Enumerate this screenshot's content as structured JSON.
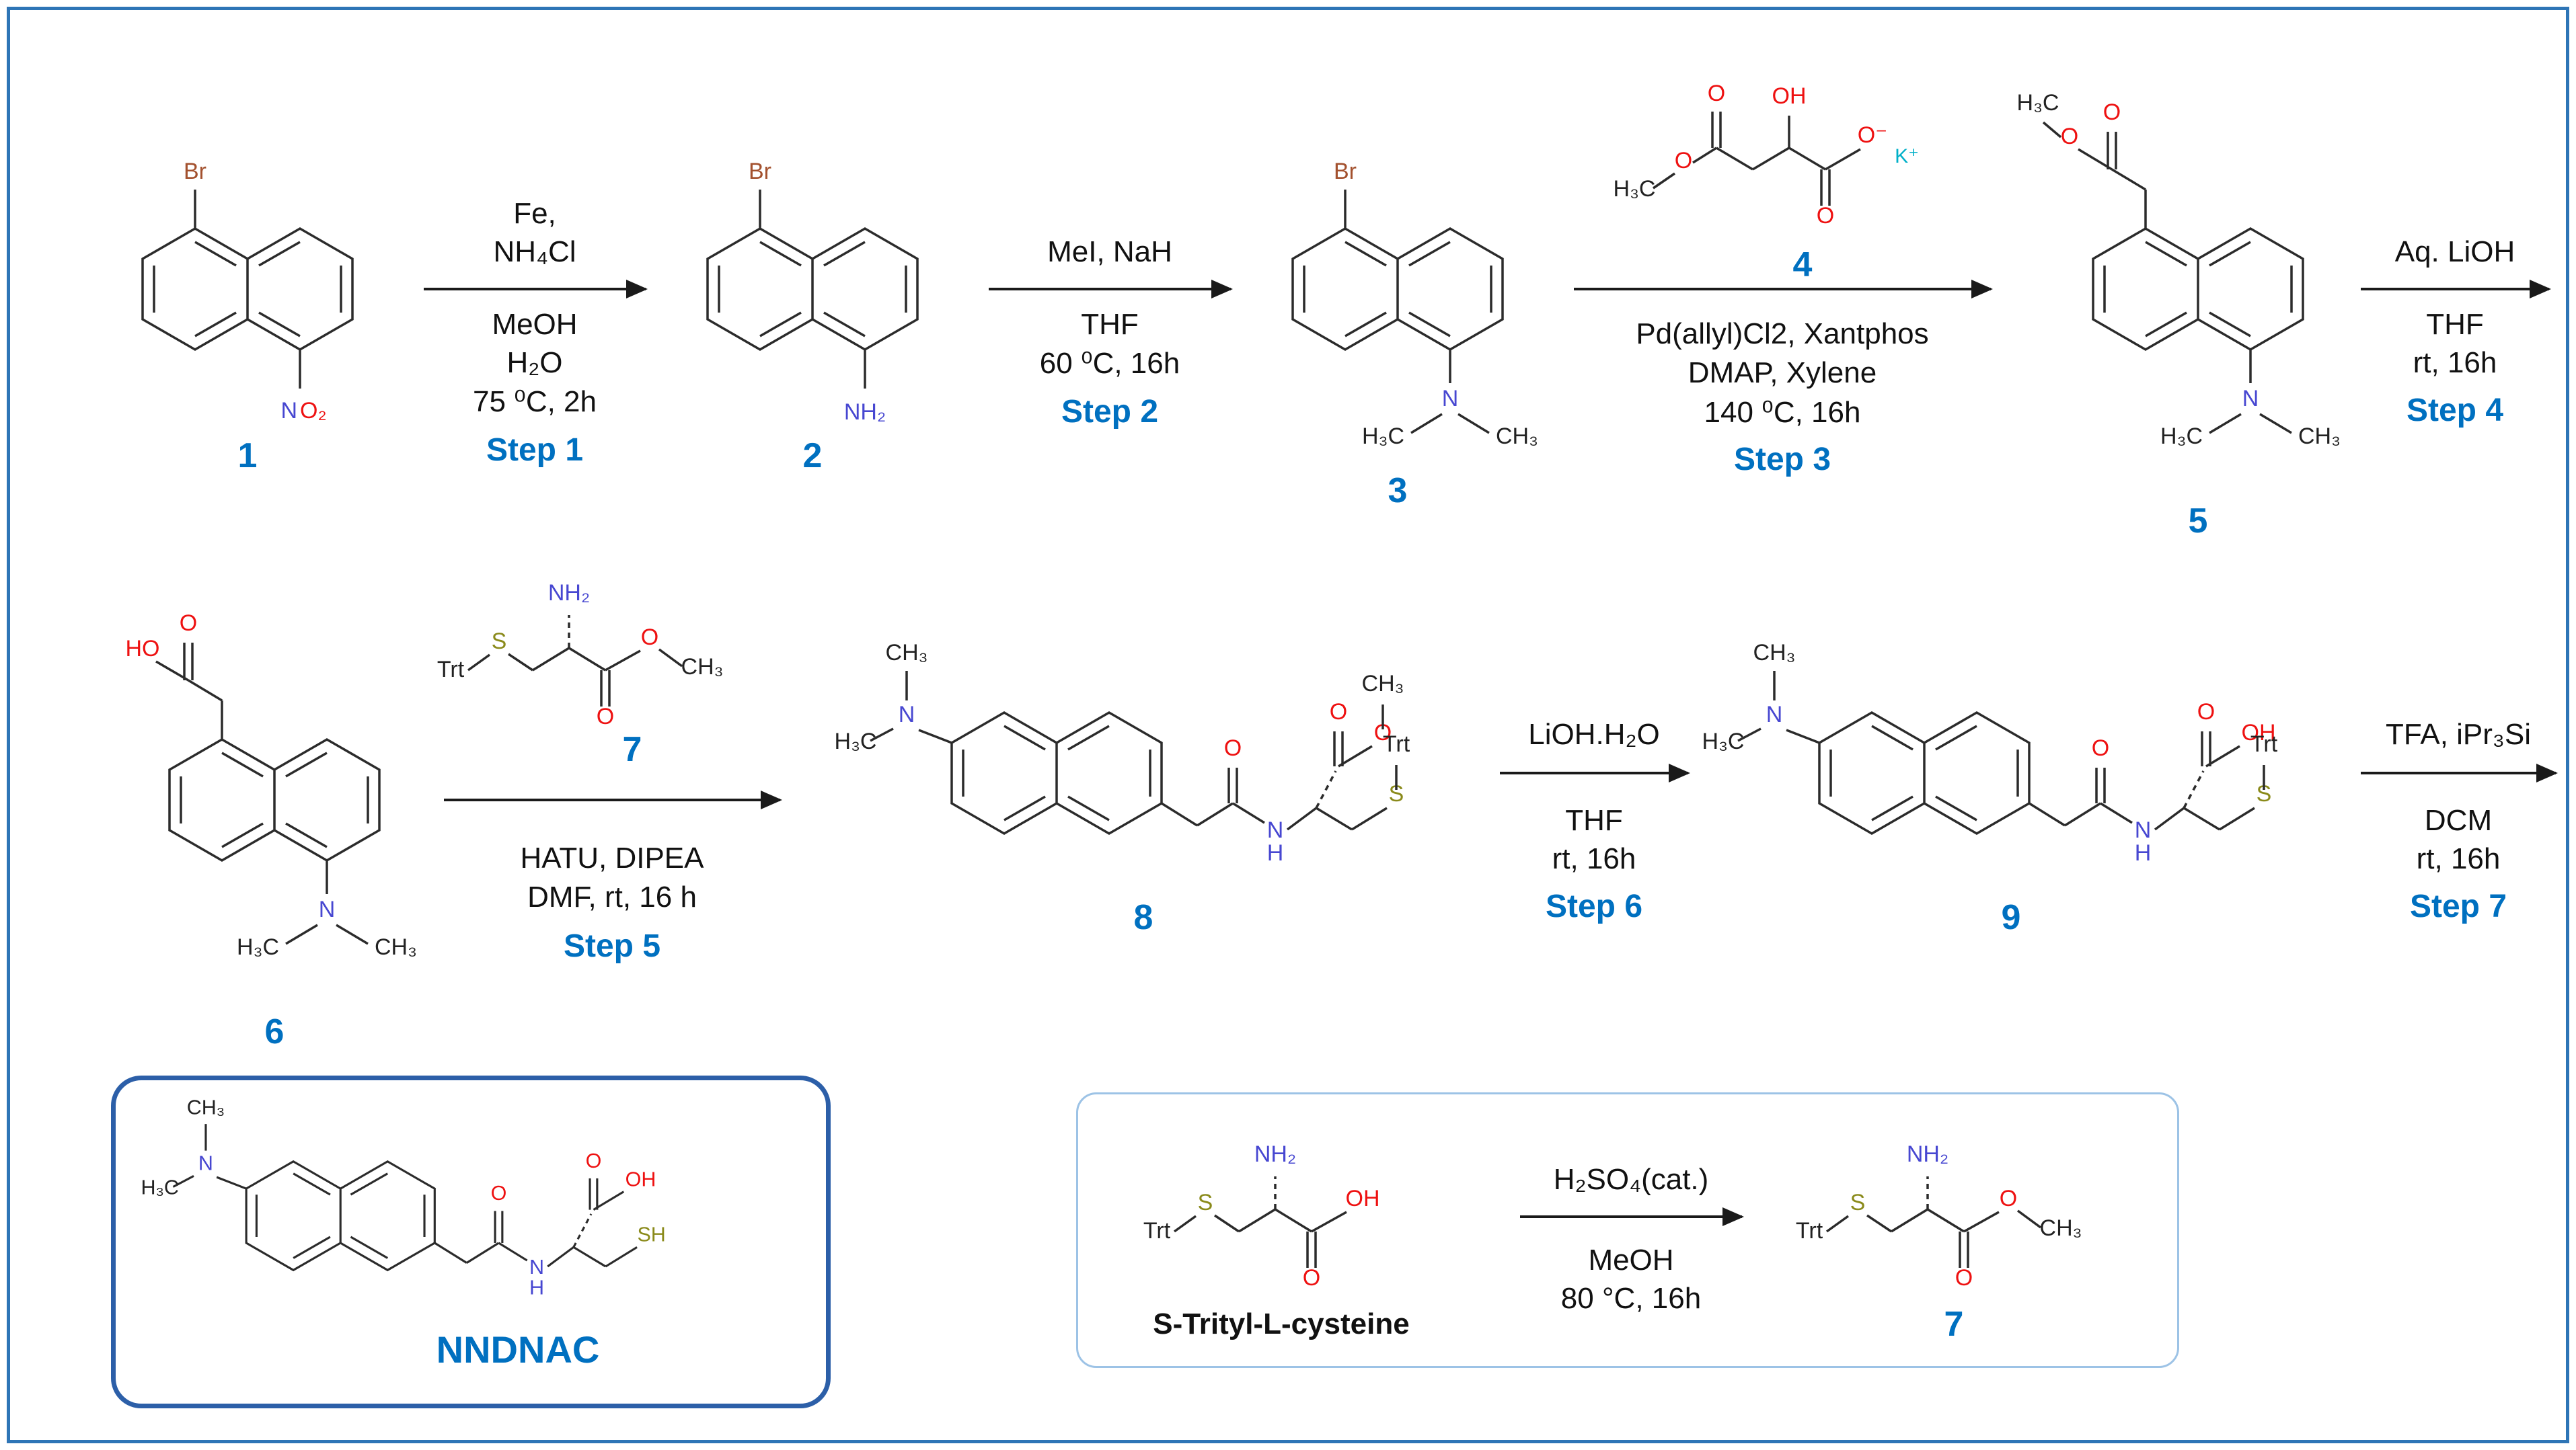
{
  "colors": {
    "frame": "#2e75b6",
    "product_box": "#2c5fa8",
    "ester_box": "#9dc3e6",
    "step_blue": "#0070c0",
    "oxygen": "#ee1111",
    "nitrogen": "#4747d1",
    "bromine": "#a3512e",
    "sulfur": "#8a8a1a",
    "potassium": "#00b0c8"
  },
  "atoms": {
    "br": "Br",
    "n": "N",
    "o2": "O₂",
    "nh2": "NH₂",
    "o": "O",
    "oh": "OH",
    "ho": "HO",
    "h3c": "H₃C",
    "ch3": "CH₃",
    "ominus": "O⁻",
    "kplus": "K⁺",
    "s": "S",
    "sh": "SH",
    "trt": "Trt",
    "h": "H"
  },
  "compounds": {
    "c1": "1",
    "c2": "2",
    "c3": "3",
    "c4": "4",
    "c5": "5",
    "c6": "6",
    "c7": "7",
    "c8": "8",
    "c9": "9",
    "product": "NNDNAC",
    "cysteine": "S-Trityl-L-cysteine",
    "c7_product": "7"
  },
  "steps": {
    "step1": {
      "above1": "Fe,",
      "above2": "NH₄Cl",
      "below1": "MeOH",
      "below2": "H₂O",
      "below3": "75 ⁰C, 2h",
      "label": "Step 1"
    },
    "step2": {
      "above1": "MeI, NaH",
      "below1": "THF",
      "below2": "60 ⁰C, 16h",
      "label": "Step 2"
    },
    "step3": {
      "below1": "Pd(allyl)Cl2, Xantphos",
      "below2": "DMAP, Xylene",
      "below3": "140 ⁰C, 16h",
      "label": "Step 3"
    },
    "step4": {
      "above1": "Aq. LiOH",
      "below1": "THF",
      "below2": "rt, 16h",
      "label": "Step 4"
    },
    "step5": {
      "below1": "HATU, DIPEA",
      "below2": "DMF, rt, 16 h",
      "label": "Step 5"
    },
    "step6": {
      "above1": "LiOH.H₂O",
      "below1": "THF",
      "below2": "rt, 16h",
      "label": "Step 6"
    },
    "step7": {
      "above1": "TFA, iPr₃Si",
      "below1": "DCM",
      "below2": "rt, 16h",
      "label": "Step 7"
    },
    "esterification": {
      "above1": "H₂SO₄(cat.)",
      "below1": "MeOH",
      "below2": "80 °C, 16h"
    }
  }
}
